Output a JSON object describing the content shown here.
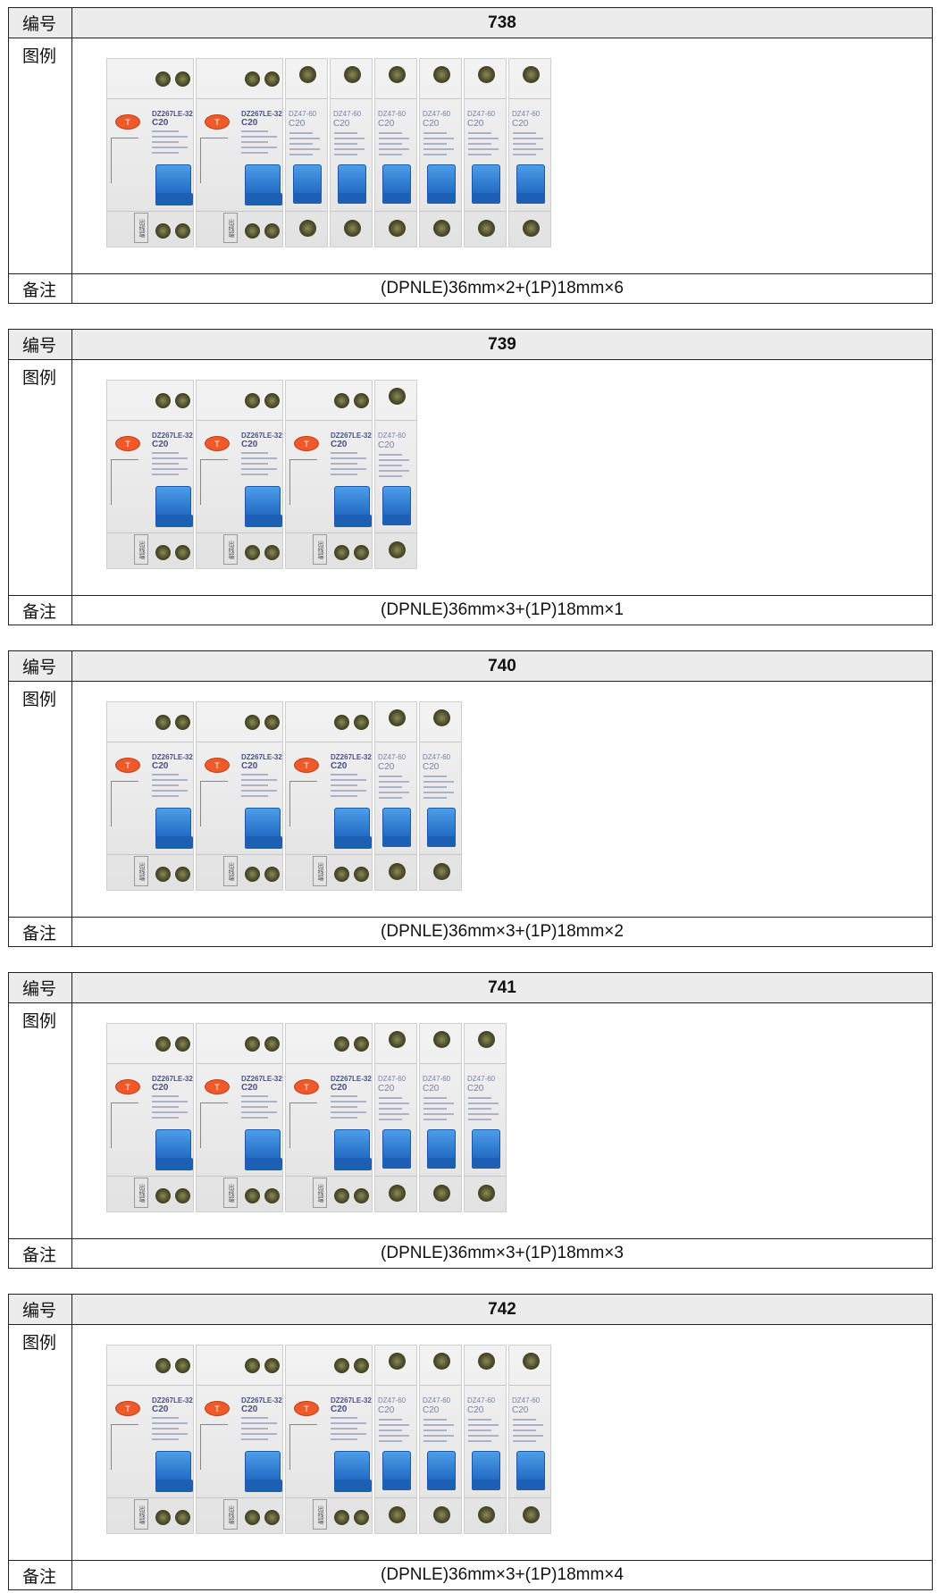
{
  "labels": {
    "number": "编号",
    "legend": "图例",
    "remark": "备注"
  },
  "breaker_text": {
    "rcbo_model": "DZ267LE-32",
    "mcb_model": "DZ47-60",
    "rating": "C20",
    "test_button": "T",
    "out_tag": "出线端"
  },
  "items": [
    {
      "number": "738",
      "remark": "(DPNLE)36mm×2+(1P)18mm×6",
      "rcbo": 2,
      "mcb": 6
    },
    {
      "number": "739",
      "remark": "(DPNLE)36mm×3+(1P)18mm×1",
      "rcbo": 3,
      "mcb": 1
    },
    {
      "number": "740",
      "remark": "(DPNLE)36mm×3+(1P)18mm×2",
      "rcbo": 3,
      "mcb": 2
    },
    {
      "number": "741",
      "remark": "(DPNLE)36mm×3+(1P)18mm×3",
      "rcbo": 3,
      "mcb": 3
    },
    {
      "number": "742",
      "remark": "(DPNLE)36mm×3+(1P)18mm×4",
      "rcbo": 3,
      "mcb": 4
    }
  ]
}
